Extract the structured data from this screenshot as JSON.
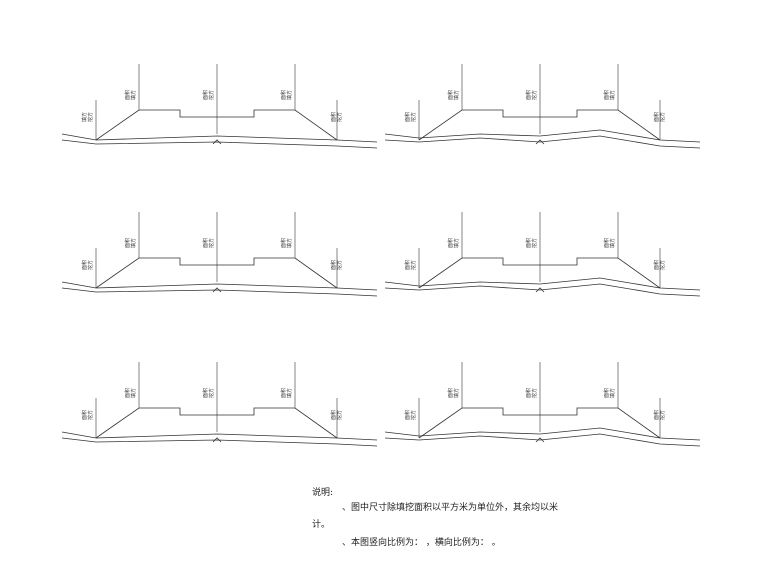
{
  "drawing": {
    "sections": [
      {
        "id": "s1",
        "row": 0,
        "col": 0,
        "ground": "flat",
        "labels": {
          "left_toe": [
            "挖方",
            "填方"
          ],
          "left_shoulder": [
            "填方",
            "面积"
          ],
          "center": [
            "挖方",
            "面积"
          ],
          "right_shoulder": [
            "填方",
            "面积"
          ],
          "right_toe": [
            "挖方",
            "面积"
          ]
        }
      },
      {
        "id": "s2",
        "row": 0,
        "col": 1,
        "ground": "wavy",
        "labels": {
          "left_toe": [
            "挖方",
            "面积"
          ],
          "left_shoulder": [
            "填方",
            "面积"
          ],
          "center": [
            "挖方",
            "面积"
          ],
          "right_shoulder": [
            "填方",
            "面积"
          ],
          "right_toe": [
            "挖方",
            "面积"
          ]
        }
      },
      {
        "id": "s3",
        "row": 1,
        "col": 0,
        "ground": "flat",
        "labels": {
          "left_toe": [
            "挖方",
            "面积"
          ],
          "left_shoulder": [
            "填方",
            "面积"
          ],
          "center": [
            "挖方",
            "面积"
          ],
          "right_shoulder": [
            "填方",
            "面积"
          ],
          "right_toe": [
            "挖方",
            "面积"
          ]
        }
      },
      {
        "id": "s4",
        "row": 1,
        "col": 1,
        "ground": "wavy",
        "labels": {
          "left_toe": [
            "挖方",
            "面积"
          ],
          "left_shoulder": [
            "填方",
            "面积"
          ],
          "center": [
            "挖方",
            "面积"
          ],
          "right_shoulder": [
            "填方",
            "面积"
          ],
          "right_toe": [
            "挖方",
            "面积"
          ]
        }
      },
      {
        "id": "s5",
        "row": 2,
        "col": 0,
        "ground": "flat",
        "labels": {
          "left_toe": [
            "挖方",
            "面积"
          ],
          "left_shoulder": [
            "填方",
            "面积"
          ],
          "center": [
            "挖方",
            "面积"
          ],
          "right_shoulder": [
            "填方",
            "面积"
          ],
          "right_toe": [
            "挖方",
            "面积"
          ]
        }
      },
      {
        "id": "s6",
        "row": 2,
        "col": 1,
        "ground": "wavy",
        "labels": {
          "left_toe": [
            "挖方",
            "面积"
          ],
          "left_shoulder": [
            "填方",
            "面积"
          ],
          "center": [
            "挖方",
            "面积"
          ],
          "right_shoulder": [
            "填方",
            "面积"
          ],
          "right_toe": [
            "挖方",
            "面积"
          ]
        }
      }
    ],
    "colors": {
      "line": "#333333",
      "text": "#222222"
    }
  },
  "notes": {
    "heading": "说明:",
    "line1": "、图中尺寸除填挖面积以平方米为单位外，其余均以米",
    "line2": "计。",
    "line3": "、本图竖向比例为：      ，横向比例为：      。"
  }
}
